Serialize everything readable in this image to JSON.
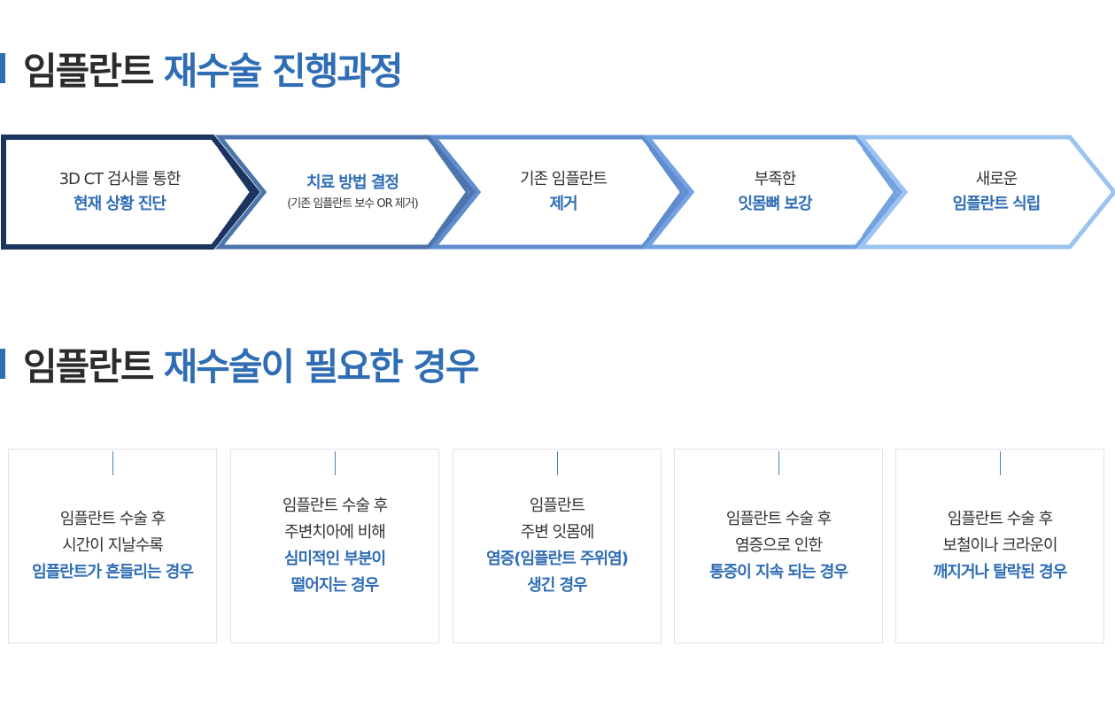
{
  "sections": {
    "process": {
      "title_dark": "임플란트",
      "title_accent": "재수술 진행과정"
    },
    "cases": {
      "title_dark": "임플란트",
      "title_accent": "재수술이 필요한 경우"
    }
  },
  "colors": {
    "accent": "#2f6db5",
    "step_colors": [
      "#1c3560",
      "#4d74ad",
      "#5f8dd0",
      "#73a2e0",
      "#9cc4f2"
    ]
  },
  "process_steps": [
    {
      "line1": "3D CT 검사를 통한",
      "line2": "현재 상황 진단"
    },
    {
      "line1": "치료 방법 결정",
      "line2": "(기존 임플란트 보수 OR 제거)"
    },
    {
      "line1": "기존 임플란트",
      "line2": "제거"
    },
    {
      "line1": "부족한",
      "line2": "잇몸뼈 보강"
    },
    {
      "line1": "새로운",
      "line2": "임플란트 식립"
    }
  ],
  "cases": [
    {
      "lines": [
        "임플란트 수술 후",
        "시간이 지날수록"
      ],
      "highlight": [
        "임플란트가 흔들리는 경우"
      ]
    },
    {
      "lines": [
        "임플란트 수술 후",
        "주변치아에 비해"
      ],
      "highlight": [
        "심미적인 부분이",
        "떨어지는 경우"
      ]
    },
    {
      "lines": [
        "임플란트",
        "주변 잇몸에"
      ],
      "highlight": [
        "염증(임플란트 주위염)",
        "생긴 경우"
      ]
    },
    {
      "lines": [
        "임플란트 수술 후",
        "염증으로 인한"
      ],
      "highlight": [
        "통증이 지속 되는 경우"
      ]
    },
    {
      "lines": [
        "임플란트 수술 후",
        "보철이나 크라운이"
      ],
      "highlight": [
        "깨지거나 탈락된 경우"
      ]
    }
  ]
}
